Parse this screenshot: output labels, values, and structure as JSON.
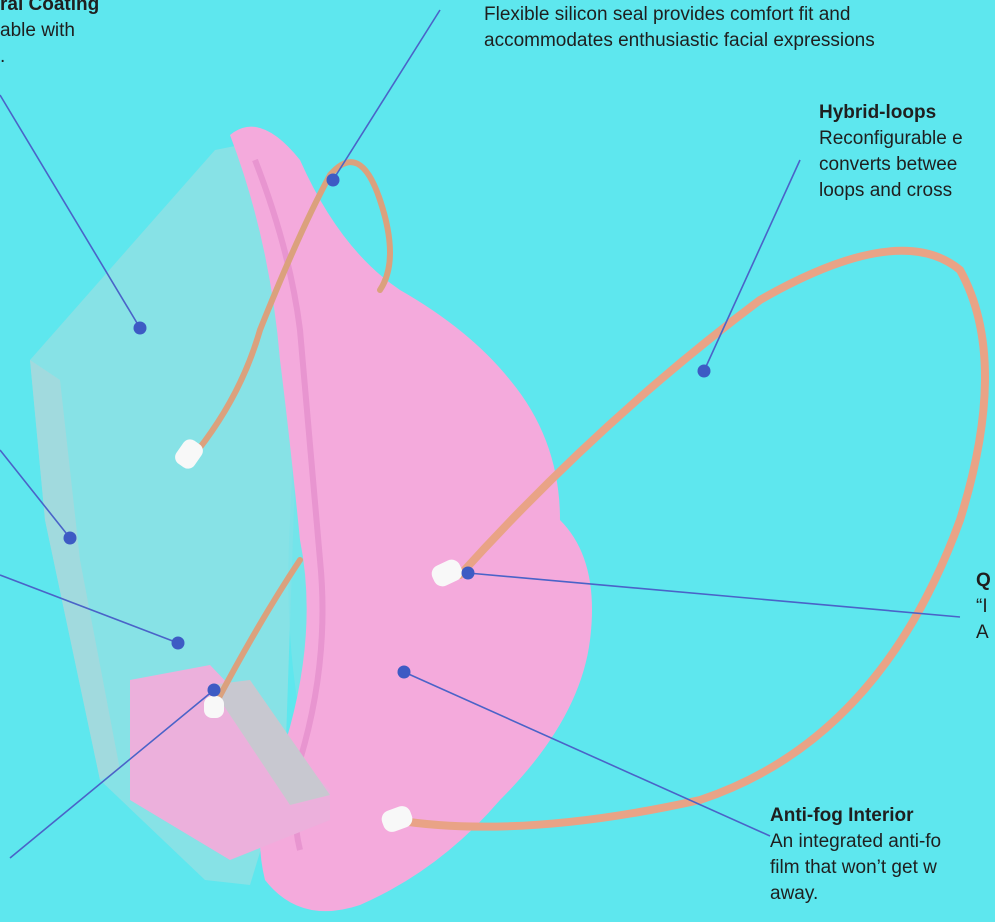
{
  "colors": {
    "background": "#5ee7ee",
    "seal": "#f2a9dc",
    "strap": "#e9a386",
    "leader": "#4a63c8",
    "dot": "#3d5bc4"
  },
  "callouts": {
    "coating": {
      "title": "ral Coating",
      "lines": [
        "able with",
        "."
      ]
    },
    "seal": {
      "lines": [
        "Flexible silicon seal provides comfort fit and",
        "accommodates enthusiastic facial expressions"
      ]
    },
    "loops": {
      "title": "Hybrid-loops",
      "lines": [
        "Reconfigurable e",
        "converts betwee",
        "loops and cross"
      ]
    },
    "clip": {
      "title": "Q",
      "lines": [
        "“I",
        "A"
      ]
    },
    "antifog": {
      "title": "Anti-fog Interior",
      "lines": [
        "An integrated anti-fo",
        "film that won’t get w",
        "away."
      ]
    }
  }
}
